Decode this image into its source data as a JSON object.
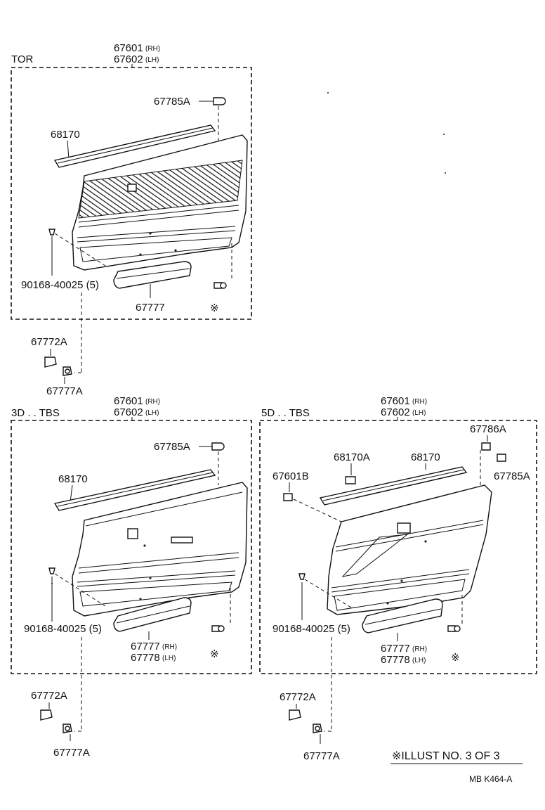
{
  "diagram": {
    "panels": {
      "tor": {
        "variant": "TOR",
        "part_rh": "67601",
        "part_rh_side": "(RH)",
        "part_lh": "67602",
        "part_lh_side": "(LH)",
        "clip": "67785A",
        "weatherstrip": "68170",
        "screw": "90168-40025 (5)",
        "armrest": "67777",
        "mark": "※"
      },
      "d3": {
        "variant": "3D . . TBS",
        "part_rh": "67601",
        "part_rh_side": "(RH)",
        "part_lh": "67602",
        "part_lh_side": "(LH)",
        "clip": "67785A",
        "weatherstrip": "68170",
        "screw": "90168-40025 (5)",
        "armrest_rh": "67777",
        "armrest_rh_side": "(RH)",
        "armrest_lh": "67778",
        "armrest_lh_side": "(LH)",
        "mark": "※"
      },
      "d5": {
        "variant": "5D . . TBS",
        "part_rh": "67601",
        "part_rh_side": "(RH)",
        "part_lh": "67602",
        "part_lh_side": "(LH)",
        "clip_a": "67786A",
        "clip_b": "67785A",
        "weatherstrip_a": "68170A",
        "weatherstrip": "68170",
        "inner_part": "67601B",
        "screw": "90168-40025 (5)",
        "armrest_rh": "67777",
        "armrest_rh_side": "(RH)",
        "armrest_lh": "67778",
        "armrest_lh_side": "(LH)",
        "mark": "※"
      }
    },
    "fasteners": {
      "tor": {
        "cap": "67772A",
        "screw": "67777A"
      },
      "d3": {
        "cap": "67772A",
        "screw": "67777A"
      },
      "d5": {
        "cap": "67772A",
        "screw": "67777A"
      }
    },
    "footer": {
      "illust_note": "※ILLUST  NO. 3 OF 3",
      "ref": "MB  K464-A"
    }
  }
}
